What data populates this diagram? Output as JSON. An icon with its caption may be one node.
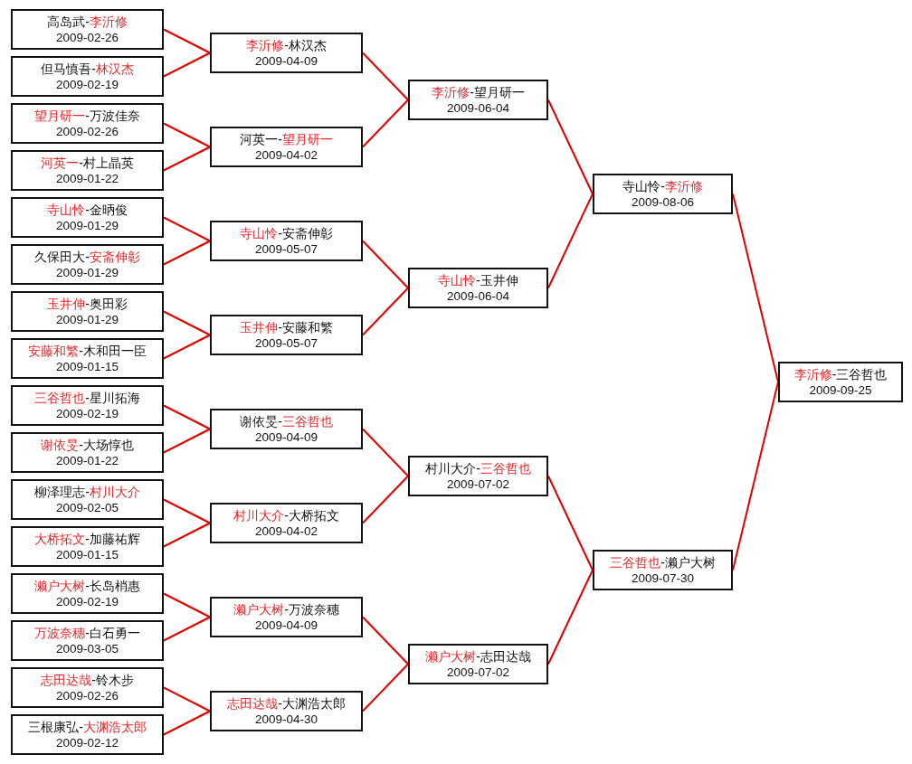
{
  "diagram": {
    "nodes": [
      {
        "text": [
          "高岛武-**李沂修**",
          "2009-02-26"
        ]
      },
      {
        "text": [
          "但马慎吾-**林汉杰**",
          "2009-02-19"
        ]
      },
      {
        "text": [
          "**望月研一**-万波佳奈",
          "2009-02-26"
        ]
      },
      {
        "text": [
          "**河英一**-村上晶英",
          "2009-01-22"
        ]
      },
      {
        "text": [
          "**寺山怜**-金昞俊",
          "2009-01-29"
        ]
      },
      {
        "text": [
          "久保田大-**安斋伸彰**",
          "2009-01-29"
        ]
      },
      {
        "text": [
          "**玉井伸**-奥田彩",
          "2009-01-29"
        ]
      },
      {
        "text": [
          "**安藤和繁**-木和田一臣",
          "2009-01-15"
        ]
      },
      {
        "text": [
          "**三谷哲也**-星川拓海",
          "2009-02-19"
        ]
      },
      {
        "text": [
          "**谢依旻**-大场惇也",
          "2009-01-22"
        ]
      },
      {
        "text": [
          "柳泽理志-**村川大介**",
          "2009-02-05"
        ]
      },
      {
        "text": [
          "**大桥拓文**-加藤祐辉",
          "2009-01-15"
        ]
      },
      {
        "text": [
          "**濑户大树**-长岛梢惠",
          "2009-02-19"
        ]
      },
      {
        "text": [
          "**万波奈穗**-白石勇一",
          "2009-03-05"
        ]
      },
      {
        "text": [
          "**志田达哉**-铃木步",
          "2009-02-26"
        ]
      },
      {
        "text": [
          "三根康弘-**大渊浩太郎**",
          "2009-02-12"
        ]
      },
      {
        "text": [
          "**李沂修**-林汉杰",
          "2009-04-09"
        ]
      },
      {
        "text": [
          "河英一-**望月研一**",
          "2009-04-02"
        ]
      },
      {
        "text": [
          "**寺山怜**-安斋伸彰",
          "2009-05-07"
        ]
      },
      {
        "text": [
          "**玉井伸**-安藤和繁",
          "2009-05-07"
        ]
      },
      {
        "text": [
          "谢依旻-**三谷哲也**",
          "2009-04-09"
        ]
      },
      {
        "text": [
          "**村川大介**-大桥拓文",
          "2009-04-02"
        ]
      },
      {
        "text": [
          "**濑户大树**-万波奈穗",
          "2009-04-09"
        ]
      },
      {
        "text": [
          "**志田达哉**-大渊浩太郎",
          "2009-04-30"
        ]
      },
      {
        "text": [
          "**李沂修**-望月研一",
          "2009-06-04"
        ]
      },
      {
        "text": [
          "**寺山怜**-玉井伸",
          "2009-06-04"
        ]
      },
      {
        "text": [
          "村川大介-**三谷哲也**",
          "2009-07-02"
        ]
      },
      {
        "text": [
          "**濑户大树**-志田达哉",
          "2009-07-02"
        ]
      },
      {
        "text": [
          "寺山怜-**李沂修**",
          "2009-08-06"
        ]
      },
      {
        "text": [
          "**三谷哲也**-濑户大树",
          "2009-07-30"
        ]
      },
      {
        "text": [
          "**李沂修**-三谷哲也",
          "2009-09-25"
        ]
      }
    ],
    "edges": [
      {
        "from": 0,
        "to": 16,
        "arrow": "none"
      },
      {
        "from": 1,
        "to": 16,
        "arrow": "none"
      },
      {
        "from": 2,
        "to": 17,
        "arrow": "none"
      },
      {
        "from": 3,
        "to": 17,
        "arrow": "none"
      },
      {
        "from": 4,
        "to": 18,
        "arrow": "none"
      },
      {
        "from": 5,
        "to": 18,
        "arrow": "none"
      },
      {
        "from": 6,
        "to": 19,
        "arrow": "none"
      },
      {
        "from": 7,
        "to": 19,
        "arrow": "none"
      },
      {
        "from": 8,
        "to": 20,
        "arrow": "none"
      },
      {
        "from": 9,
        "to": 20,
        "arrow": "none"
      },
      {
        "from": 10,
        "to": 21,
        "arrow": "none"
      },
      {
        "from": 11,
        "to": 21,
        "arrow": "none"
      },
      {
        "from": 12,
        "to": 22,
        "arrow": "none"
      },
      {
        "from": 13,
        "to": 22,
        "arrow": "none"
      },
      {
        "from": 14,
        "to": 23,
        "arrow": "none"
      },
      {
        "from": 15,
        "to": 23,
        "arrow": "none"
      },
      {
        "from": 16,
        "to": 24,
        "arrow": "none"
      },
      {
        "from": 17,
        "to": 24,
        "arrow": "none"
      },
      {
        "from": 18,
        "to": 25,
        "arrow": "none"
      },
      {
        "from": 19,
        "to": 25,
        "arrow": "none"
      },
      {
        "from": 20,
        "to": 26,
        "arrow": "none"
      },
      {
        "from": 21,
        "to": 26,
        "arrow": "none"
      },
      {
        "from": 22,
        "to": 27,
        "arrow": "none"
      },
      {
        "from": 23,
        "to": 27,
        "arrow": "none"
      },
      {
        "from": 24,
        "to": 28,
        "arrow": "none"
      },
      {
        "from": 25,
        "to": 28,
        "arrow": "none"
      },
      {
        "from": 26,
        "to": 29,
        "arrow": "none"
      },
      {
        "from": 27,
        "to": 29,
        "arrow": "none"
      },
      {
        "from": 28,
        "to": 30,
        "arrow": "none"
      },
      {
        "from": 29,
        "to": 30,
        "arrow": "none"
      }
    ]
  }
}
